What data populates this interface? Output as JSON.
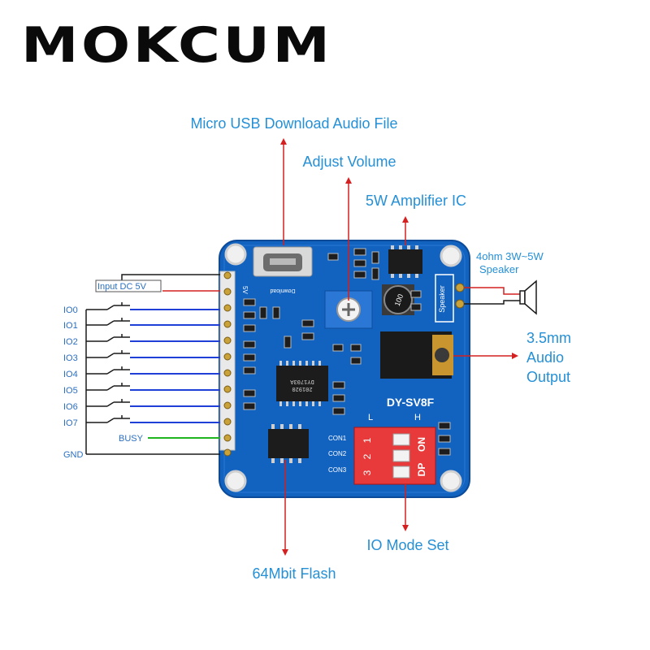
{
  "brand": "MOKCUM",
  "callouts": {
    "micro_usb": "Micro USB Download Audio File",
    "adjust_volume": "Adjust Volume",
    "amplifier": "5W Amplifier  IC",
    "speaker_line1": "4ohm 3W~5W",
    "speaker_line2": "Speaker",
    "audio_line1": "3.5mm",
    "audio_line2": "Audio",
    "audio_line3": "Output",
    "io_mode": "IO Mode Set",
    "flash": "64Mbit Flash"
  },
  "pins": {
    "input_dc": "Input DC 5V",
    "io": [
      "IO0",
      "IO1",
      "IO2",
      "IO3",
      "IO4",
      "IO5",
      "IO6",
      "IO7"
    ],
    "busy": "BUSY",
    "gnd": "GND"
  },
  "board": {
    "name": "DY-SV8F",
    "usb_label": "Download",
    "power_label": "5V",
    "speaker_label": "Speaker",
    "con_labels": [
      "CON1",
      "CON2",
      "CON3"
    ],
    "dip_on": "ON",
    "dip_dp": "DP",
    "dip_numbers": [
      "1",
      "2",
      "3"
    ],
    "low_label": "L",
    "high_label": "H",
    "chip_main_line1": "DY1703A",
    "chip_main_line2": "201920",
    "cap_value": "100"
  },
  "colors": {
    "callout": "#2590d6",
    "pin_label": "#2a6fc2",
    "pcb": "#1262c0",
    "arrow": "#d42020",
    "io_wire": "#1f3fd6",
    "busy_wire": "#1fb51f"
  }
}
